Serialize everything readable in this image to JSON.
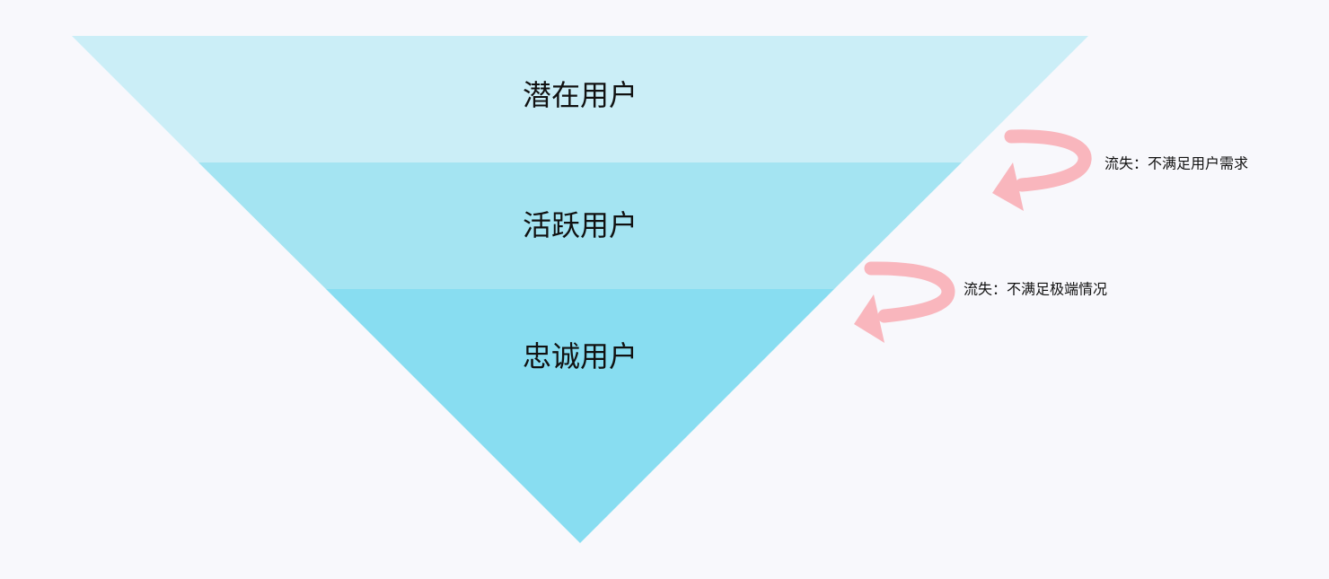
{
  "funnel": {
    "stages": [
      {
        "label": "潜在用户",
        "color": "#cbeef7"
      },
      {
        "label": "活跃用户",
        "color": "#a4e4f2"
      },
      {
        "label": "忠诚用户",
        "color": "#88ddf1"
      }
    ]
  },
  "churn": [
    {
      "label": "流失：不满足用户需求"
    },
    {
      "label": "流失：不满足极端情况"
    }
  ],
  "colors": {
    "background": "#f8f8fc",
    "arrow": "#f9b6bd",
    "text": "#111111"
  }
}
